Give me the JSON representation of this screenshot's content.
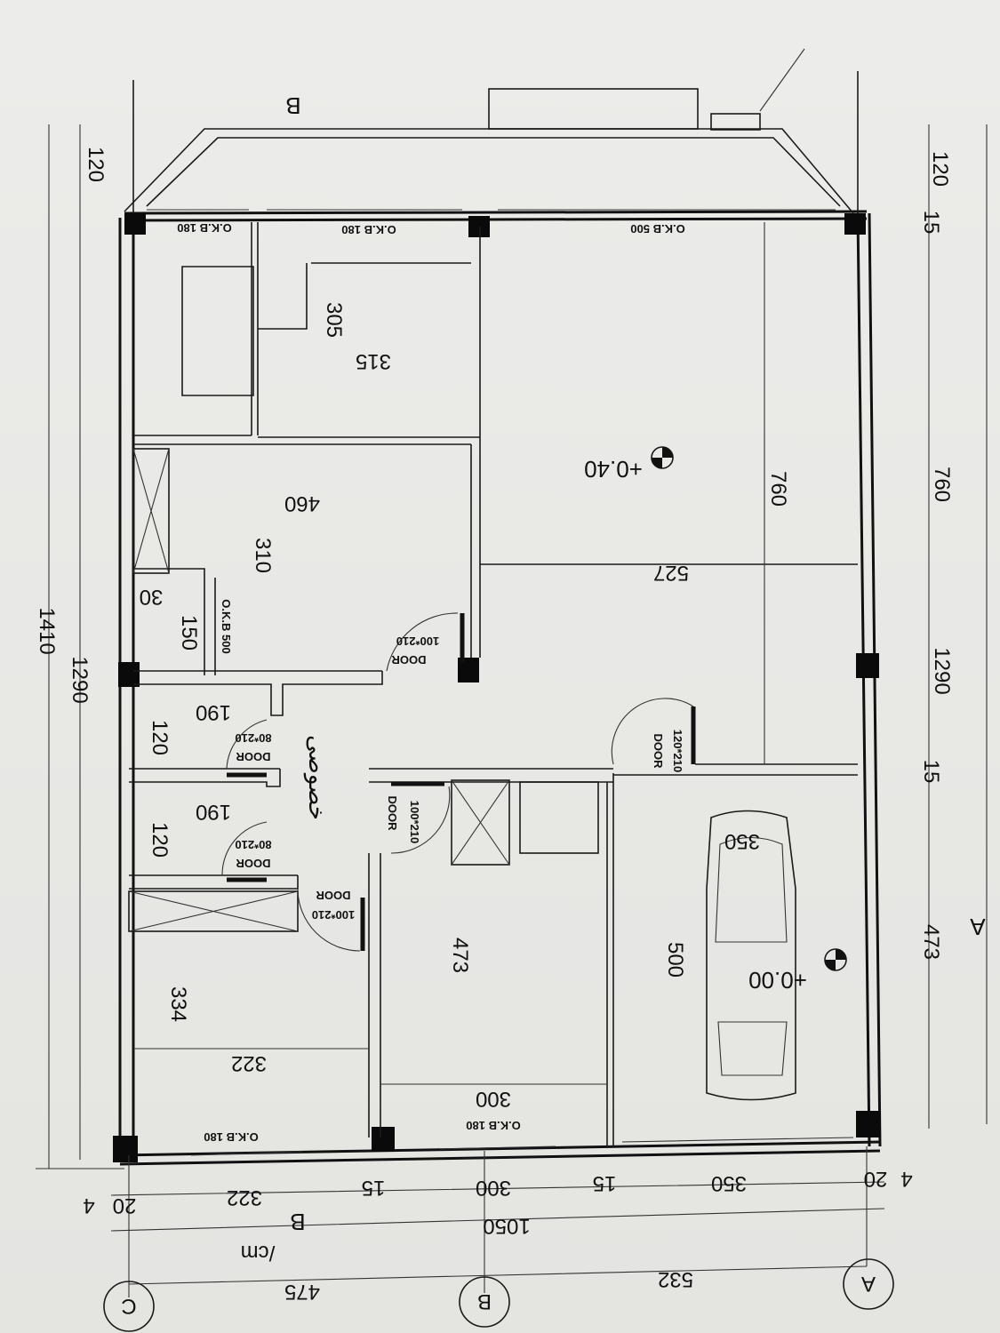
{
  "drawing": {
    "orientation": "rotated 180",
    "units": "/cm",
    "grid_axes": [
      "A",
      "B",
      "C"
    ],
    "dimensions": {
      "total_width": "1050",
      "total_depth": "1410",
      "depth_lower": "1290",
      "depth_lower_right": "1290",
      "setback_top_left": "120",
      "setback_top_right": "120",
      "axis_A_B": "532",
      "axis_B_C": "475",
      "seg_350": "350",
      "seg_300": "300",
      "seg_322": "322",
      "seg_15a": "15",
      "seg_15b": "15",
      "seg_20a": "20",
      "seg_4a": "4",
      "seg_20b": "20",
      "seg_4b": "4",
      "right_760": "760",
      "right_760b": "760",
      "right_473": "473",
      "right_15": "15",
      "right_15b": "15"
    },
    "rooms": {
      "kitchen_w": "315",
      "kitchen_d": "305",
      "room_460": "460",
      "room_310": "310",
      "hall_527": "527",
      "hall_760": "760",
      "level_upper": "+0.40",
      "level_parking": "+0.00",
      "wc1_190": "190",
      "wc1_120": "120",
      "wc2_190": "190",
      "wc2_120": "120",
      "closet_150": "150",
      "closet_30": "30",
      "bedroom_473": "473",
      "bedroom_300": "300",
      "room_334": "334",
      "room_322": "322",
      "parking_350": "350",
      "parking_500": "500",
      "private_label": "خصوصی"
    },
    "openings": {
      "win1": "O.K.B 180",
      "win2": "O.K.B 180",
      "win3": "O.K.B 500",
      "win4": "O.K.B 500",
      "win5": "O.K.B 180",
      "win6": "O.K.B 180",
      "door_main": "DOOR",
      "door_main_size": "100*210",
      "door_wc1": "DOOR",
      "door_wc1_size": "80*210",
      "door_wc2": "DOOR",
      "door_wc2_size": "80*210",
      "door_room": "DOOR",
      "door_room_size": "100*210",
      "door_bed": "DOOR",
      "door_bed_size": "100*210",
      "door_stair": "DOOR",
      "door_stair_size": "120*210"
    },
    "section_marks": [
      "B",
      "B",
      "A"
    ]
  }
}
